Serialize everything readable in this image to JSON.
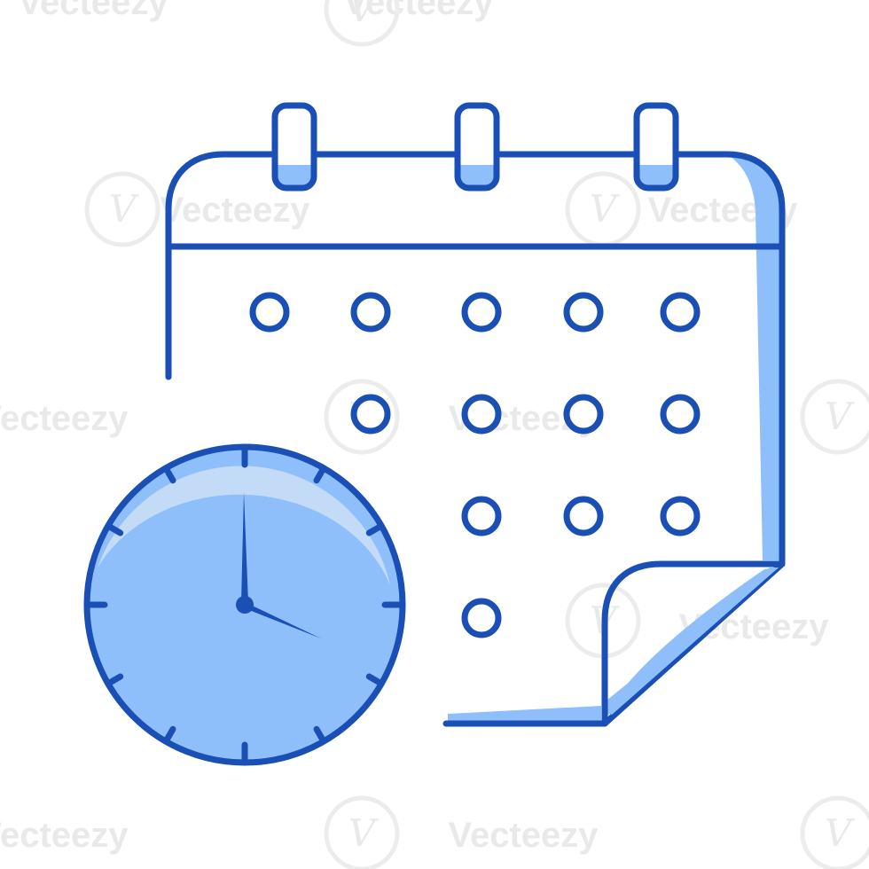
{
  "illustration": {
    "subject": "calendar-with-clock-icon",
    "colors": {
      "stroke": "#1a4fb5",
      "fill": "#8ebffb",
      "fill_light": "#c3dbf7",
      "background": "#ffffff",
      "watermark": "#e9e9e9"
    },
    "calendar": {
      "binder_rings": 3,
      "day_dots_per_row": [
        5,
        4,
        3,
        1
      ]
    },
    "clock": {
      "hour_marks": 12,
      "time_shown": "4:00"
    }
  },
  "watermark": {
    "text": "Vecteezy",
    "glyph": "V"
  }
}
